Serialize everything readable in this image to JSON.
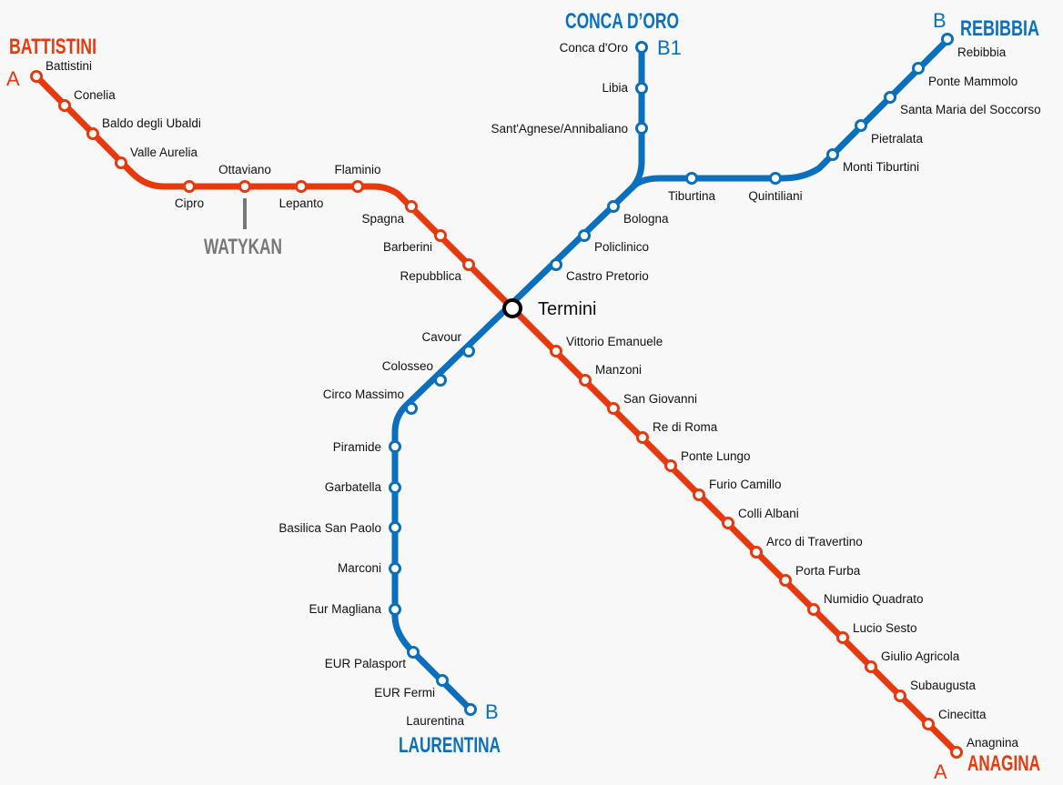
{
  "colors": {
    "line_a": "#e8380d",
    "line_b": "#0a70bd",
    "vatican": "#777777",
    "interchange": "#000000"
  },
  "termini_headings": {
    "battistini": "BATTISTINI",
    "conca_doro": "CONCA D’ORO",
    "rebibbia": "REBIBBIA",
    "laurentina": "LAURENTINA",
    "anagnina": "ANAGINA",
    "vatican": "WATYKAN"
  },
  "line_letters": {
    "a_start": "A",
    "a_end": "A",
    "b1": "B1",
    "b_north": "B",
    "b_south": "B"
  },
  "interchange": "Termini",
  "line_a": {
    "stations": [
      "Battistini",
      "Conelia",
      "Baldo degli Ubaldi",
      "Valle Aurelia",
      "Cipro",
      "Ottaviano",
      "Lepanto",
      "Flaminio",
      "Spagna",
      "Barberini",
      "Repubblica",
      "Vittorio Emanuele",
      "Manzoni",
      "San Giovanni",
      "Re di Roma",
      "Ponte Lungo",
      "Furio Camillo",
      "Colli Albani",
      "Arco di Travertino",
      "Porta Furba",
      "Numidio Quadrato",
      "Lucio Sesto",
      "Giulio Agricola",
      "Subaugusta",
      "Cinecitta",
      "Anagnina"
    ]
  },
  "line_b": {
    "stations": [
      "Laurentina",
      "EUR Fermi",
      "EUR Palasport",
      "Eur Magliana",
      "Marconi",
      "Basilica San Paolo",
      "Garbatella",
      "Piramide",
      "Circo Massimo",
      "Colosseo",
      "Cavour",
      "Castro Pretorio",
      "Policlinico",
      "Bologna",
      "Tiburtina",
      "Quintiliani",
      "Monti Tiburtini",
      "Pietralata",
      "Santa Maria del Soccorso",
      "Ponte Mammolo",
      "Rebibbia"
    ]
  },
  "line_b1": {
    "stations": [
      "Conca d'Oro",
      "Libia",
      "Sant'Agnese/Annibaliano"
    ]
  }
}
